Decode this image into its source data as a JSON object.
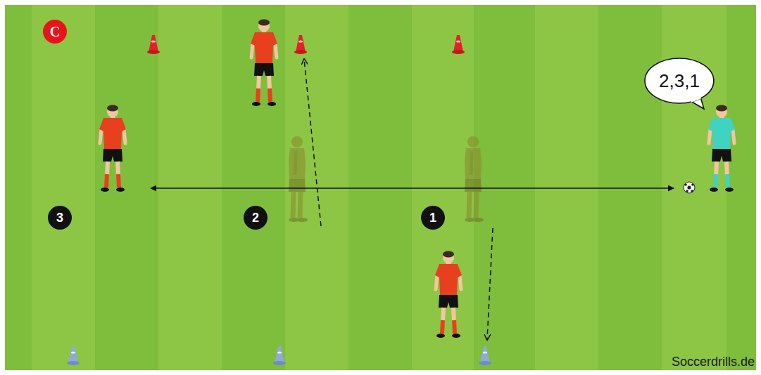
{
  "diagram": {
    "nodes": [
      {
        "text": [
          "C"
        ]
      },
      {
        "text": [
          "2,3,1"
        ]
      },
      {
        "text": [
          "3"
        ]
      },
      {
        "text": [
          "2"
        ]
      },
      {
        "text": [
          "1"
        ]
      }
    ],
    "labels": [
      "Soccerdrills.de"
    ]
  }
}
